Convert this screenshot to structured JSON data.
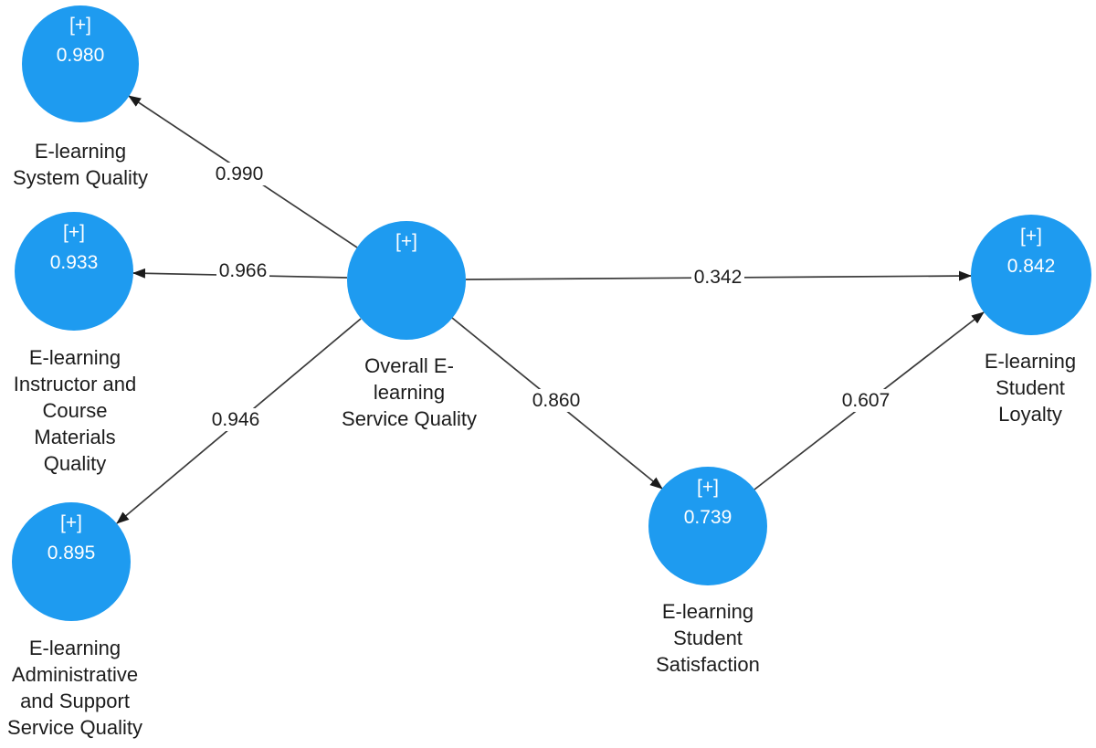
{
  "diagram": {
    "type": "sem-path-model",
    "node_color": "#1e9bf0",
    "node_text_color": "#ffffff",
    "edge_color": "#3a3a3a",
    "label_color": "#1c1c1c",
    "background_color": "#ffffff",
    "nodes": [
      {
        "name": "elearning-system-quality",
        "indicator_symbol": "[+]",
        "value": "0.980",
        "label_lines": [
          "E-learning",
          "System Quality"
        ]
      },
      {
        "name": "elearning-instructor-course-materials-quality",
        "indicator_symbol": "[+]",
        "value": "0.933",
        "label_lines": [
          "E-learning",
          "Instructor and",
          "Course",
          "Materials",
          "Quality"
        ]
      },
      {
        "name": "elearning-administrative-support-service-quality",
        "indicator_symbol": "[+]",
        "value": "0.895",
        "label_lines": [
          "E-learning",
          "Administrative",
          "and Support",
          "Service Quality"
        ]
      },
      {
        "name": "overall-elearning-service-quality",
        "indicator_symbol": "[+]",
        "value": "",
        "label_lines": [
          "Overall E-",
          "learning",
          "Service Quality"
        ]
      },
      {
        "name": "elearning-student-satisfaction",
        "indicator_symbol": "[+]",
        "value": "0.739",
        "label_lines": [
          "E-learning",
          "Student",
          "Satisfaction"
        ]
      },
      {
        "name": "elearning-student-loyalty",
        "indicator_symbol": "[+]",
        "value": "0.842",
        "label_lines": [
          "E-learning",
          "Student",
          "Loyalty"
        ]
      }
    ],
    "edges": [
      {
        "from": "overall-elearning-service-quality",
        "to": "elearning-system-quality",
        "coefficient": "0.990"
      },
      {
        "from": "overall-elearning-service-quality",
        "to": "elearning-instructor-course-materials-quality",
        "coefficient": "0.966"
      },
      {
        "from": "overall-elearning-service-quality",
        "to": "elearning-administrative-support-service-quality",
        "coefficient": "0.946"
      },
      {
        "from": "overall-elearning-service-quality",
        "to": "elearning-student-loyalty",
        "coefficient": "0.342"
      },
      {
        "from": "overall-elearning-service-quality",
        "to": "elearning-student-satisfaction",
        "coefficient": "0.860"
      },
      {
        "from": "elearning-student-satisfaction",
        "to": "elearning-student-loyalty",
        "coefficient": "0.607"
      }
    ]
  }
}
